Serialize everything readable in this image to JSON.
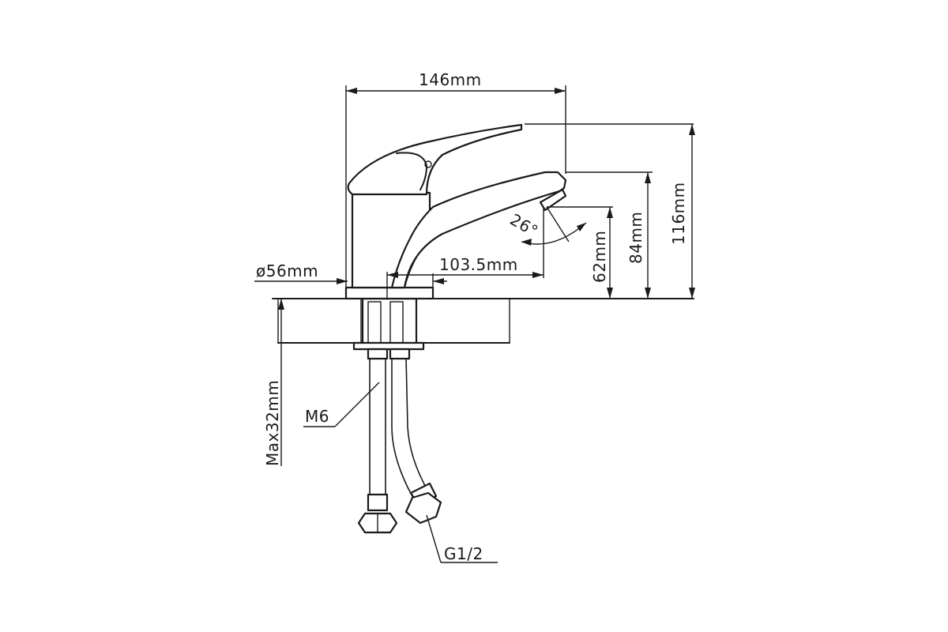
{
  "dimensions": {
    "width_label": "146mm",
    "height_total_label": "116mm",
    "spout_height_label": "84mm",
    "outlet_height_label": "62mm",
    "spout_reach_label": "103.5mm",
    "base_diameter_label": "ø56mm",
    "angle_label": "26°",
    "max_thickness_label": "Max32mm"
  },
  "callouts": {
    "stud_label": "M6",
    "thread_label": "G1/2"
  },
  "colors": {
    "line": "#1a1a1a",
    "background": "#ffffff"
  }
}
